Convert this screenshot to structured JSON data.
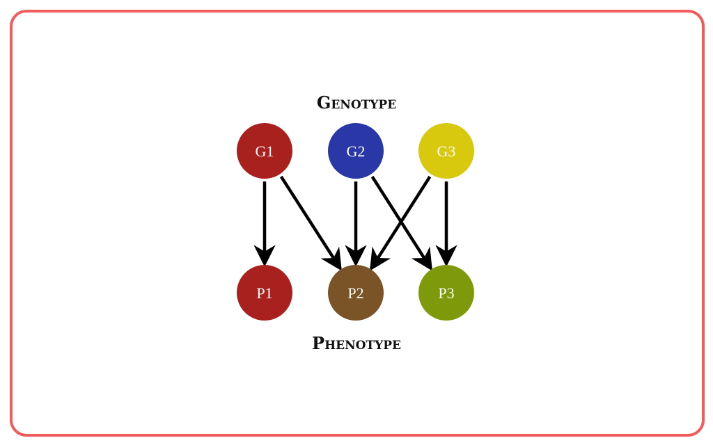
{
  "diagram": {
    "genotype_label": "Genotype",
    "phenotype_label": "Phenotype",
    "genotype_nodes": [
      {
        "id": "G1",
        "label": "G1",
        "color": "#a8211f"
      },
      {
        "id": "G2",
        "label": "G2",
        "color": "#2a37a6"
      },
      {
        "id": "G3",
        "label": "G3",
        "color": "#d8c80e"
      }
    ],
    "phenotype_nodes": [
      {
        "id": "P1",
        "label": "P1",
        "color": "#a8211f"
      },
      {
        "id": "P2",
        "label": "P2",
        "color": "#7a5427"
      },
      {
        "id": "P3",
        "label": "P3",
        "color": "#7e9a0b"
      }
    ],
    "edges": [
      {
        "from": "G1",
        "to": "P1"
      },
      {
        "from": "G1",
        "to": "P2"
      },
      {
        "from": "G2",
        "to": "P2"
      },
      {
        "from": "G2",
        "to": "P3"
      },
      {
        "from": "G3",
        "to": "P2"
      },
      {
        "from": "G3",
        "to": "P3"
      }
    ],
    "frame_color": "#f25c5c"
  }
}
